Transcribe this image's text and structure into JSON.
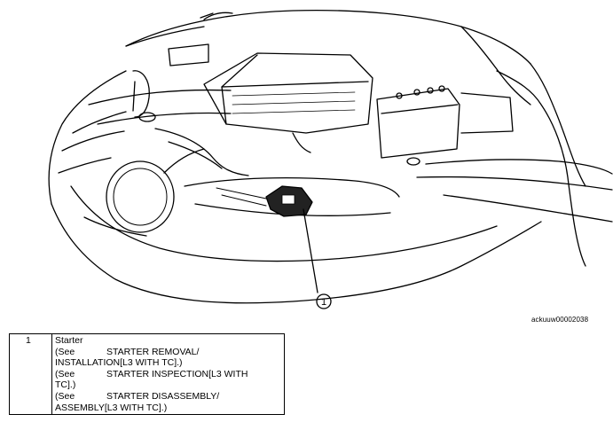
{
  "figure": {
    "id_code": "ackuuw00002038",
    "callout_number": "1"
  },
  "legend": {
    "rows": [
      {
        "number": "1",
        "item": "Starter",
        "references": [
          {
            "see": "(See",
            "line1": "STARTER REMOVAL/",
            "line2": "INSTALLATION[L3 WITH TC].)"
          },
          {
            "see": "(See",
            "line1": "STARTER INSPECTION[L3 WITH",
            "line2": "TC].)"
          },
          {
            "see": "(See",
            "line1": "STARTER DISASSEMBLY/",
            "line2": "ASSEMBLY[L3 WITH TC].)"
          }
        ]
      }
    ]
  }
}
